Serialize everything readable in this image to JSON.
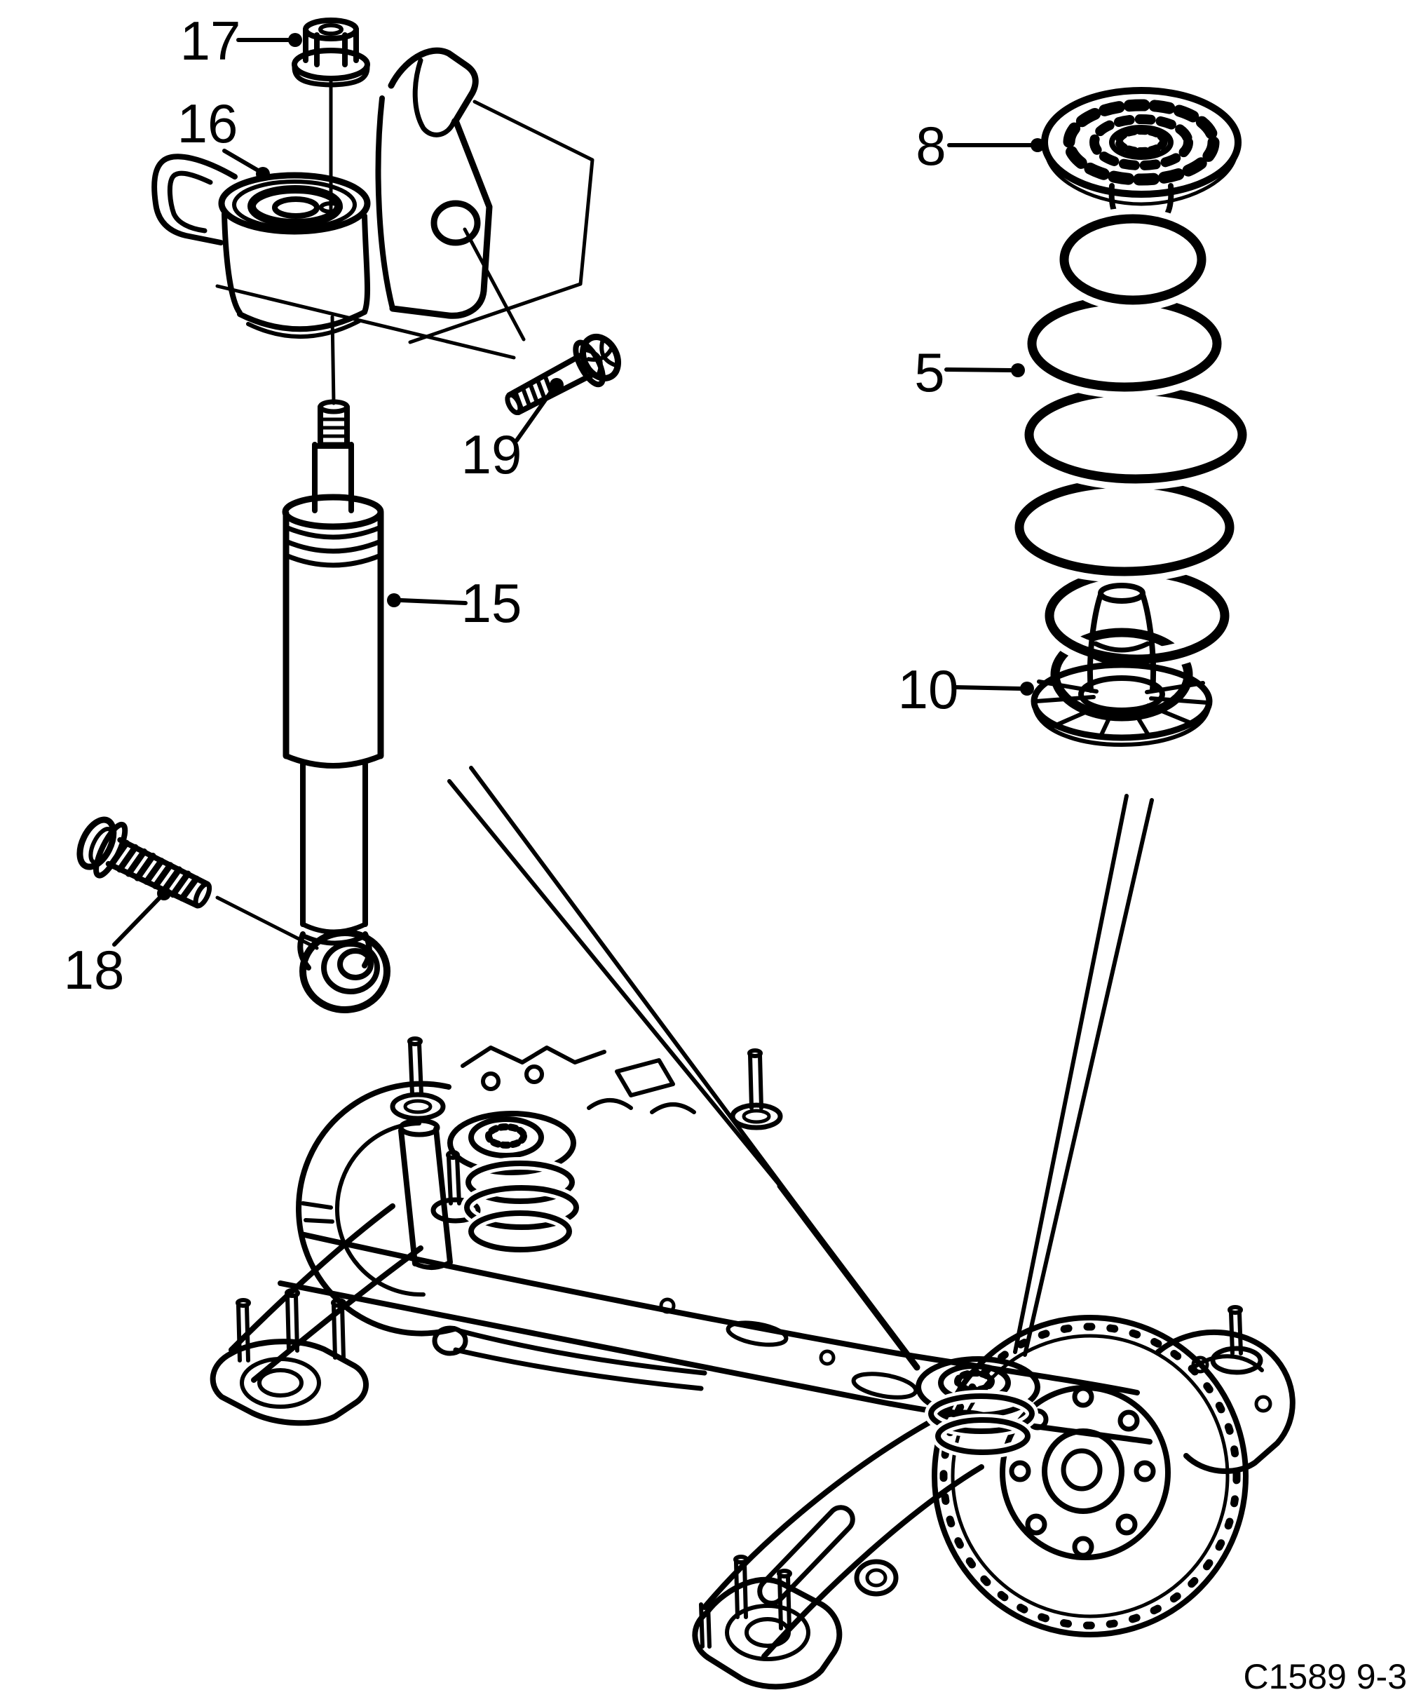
{
  "figure": {
    "code": "C1589 9-3"
  },
  "colors": {
    "ink": "#000000",
    "background": "#ffffff"
  },
  "callouts": [
    {
      "label": "17"
    },
    {
      "label": "16"
    },
    {
      "label": "19"
    },
    {
      "label": "15"
    },
    {
      "label": "18"
    },
    {
      "label": "8"
    },
    {
      "label": "5"
    },
    {
      "label": "10"
    }
  ]
}
